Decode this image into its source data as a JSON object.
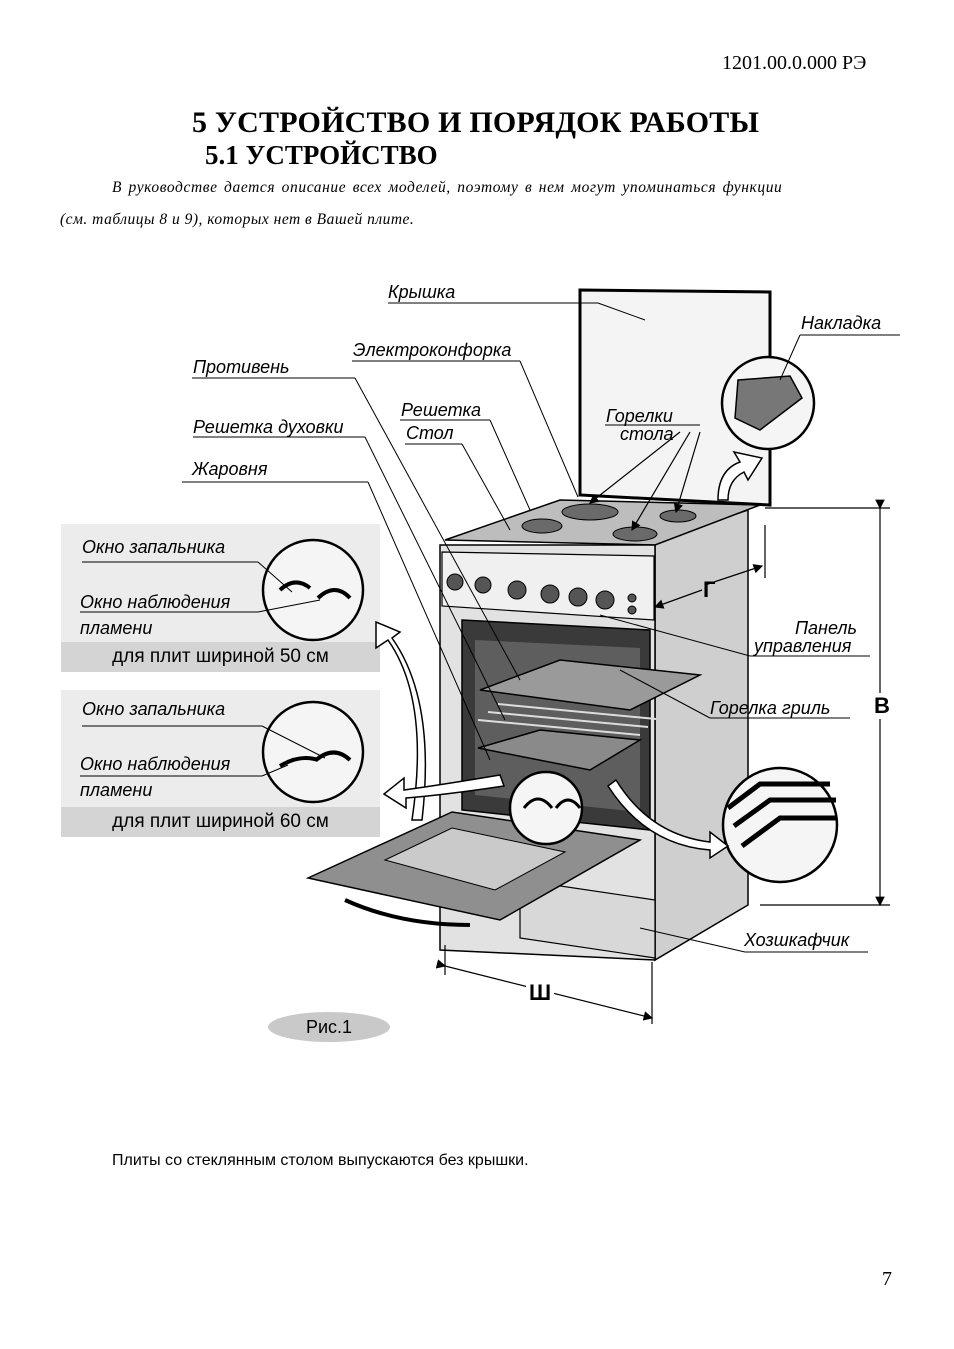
{
  "header": {
    "doc_number": "1201.00.0.000 РЭ"
  },
  "section": {
    "title": "5 УСТРОЙСТВО И ПОРЯДОК РАБОТЫ",
    "subtitle": "5.1 УСТРОЙСТВО"
  },
  "intro": {
    "line1": "В руководстве дается описание всех моделей, поэтому в нем могут упоминаться  функции",
    "line2": "(см. таблицы 8 и 9), которых нет в Вашей плите."
  },
  "figure": {
    "labels": {
      "lid": "Крышка",
      "cover_plate": "Накладка",
      "electric_hotplate": "Электроконфорка",
      "baking_tray": "Противень",
      "grate": "Решетка",
      "table": "Стол",
      "table_burners_1": "Горелки",
      "table_burners_2": "стола",
      "oven_rack": "Решетка духовки",
      "roasting_pan": "Жаровня",
      "control_panel_1": "Панель",
      "control_panel_2": "управления",
      "grill_burner": "Горелка гриль",
      "storage_drawer": "Хозшкафчик"
    },
    "inset_50": {
      "igniter_window": "Окно запальника",
      "flame_window_1": "Окно наблюдения",
      "flame_window_2": "пламени",
      "caption": "для плит шириной 50 см"
    },
    "inset_60": {
      "igniter_window": "Окно запальника",
      "flame_window_1": "Окно наблюдения",
      "flame_window_2": "пламени",
      "caption": "для плит шириной 60 см"
    },
    "dimensions": {
      "depth": "Г",
      "height": "В",
      "width": "Ш"
    },
    "caption": "Рис.1"
  },
  "note": "Плиты со стеклянным столом выпускаются без крышки.",
  "page_number": "7"
}
